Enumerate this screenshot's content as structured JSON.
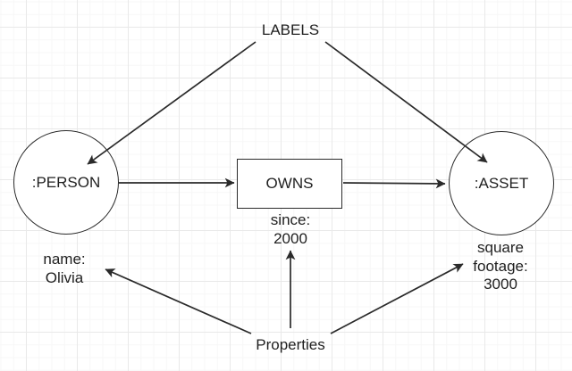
{
  "diagram": {
    "annotations": {
      "labels": "LABELS",
      "properties": "Properties"
    },
    "nodes": [
      {
        "id": "person",
        "shape": "circle",
        "label": ":PERSON",
        "property": "name:\nOlivia"
      },
      {
        "id": "asset",
        "shape": "circle",
        "label": ":ASSET",
        "property": "square\nfootage:\n3000"
      }
    ],
    "relationship": {
      "shape": "rectangle",
      "label": "OWNS",
      "property": "since:\n2000"
    },
    "colors": {
      "background": "#ffffff",
      "grid_minor": "#f7f7f7",
      "grid_major": "#e9e9e9",
      "stroke": "#2a2a2a",
      "text": "#1f1f1f",
      "shape_fill": "#ffffff"
    }
  }
}
